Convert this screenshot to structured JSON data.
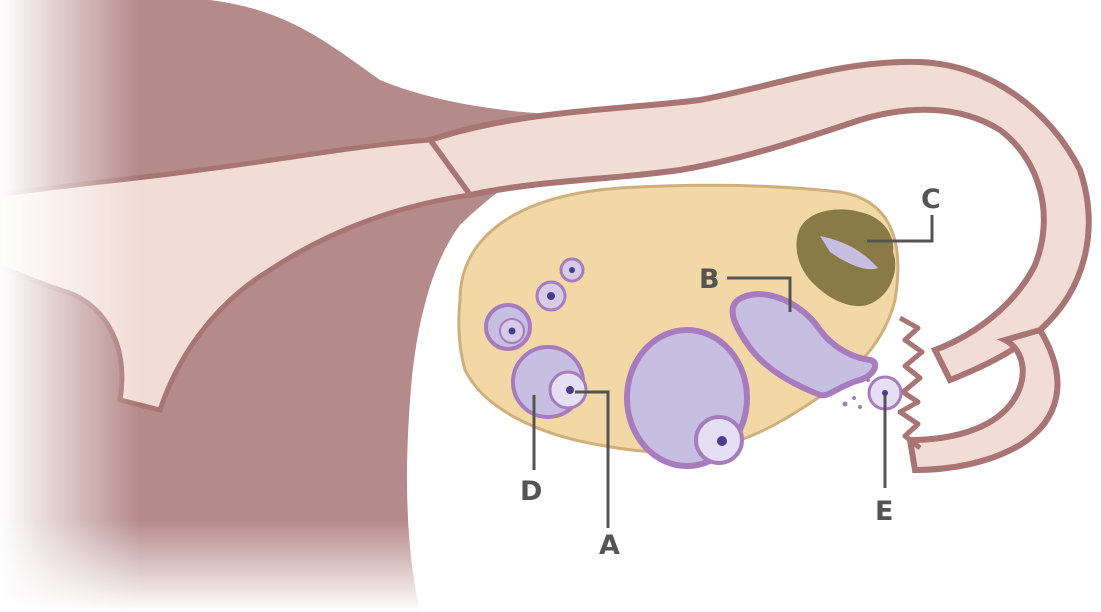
{
  "labels": {
    "a": "A",
    "b": "B",
    "c": "C",
    "d": "D",
    "e": "E"
  },
  "colors": {
    "uterine_wall": "#b58a8a",
    "uterine_outline": "#a87474",
    "cavity_and_tube": "#f2dcd6",
    "ovary": "#f2d8a6",
    "ovary_outline": "#cfb07a",
    "follicle": "#c7bfe2",
    "follicle_rim": "#a77bbd",
    "oocyte_nucleus": "#4a3d8f",
    "corpus_luteum": "#8a7a48",
    "leader_line": "#545454",
    "label_text": "#545454"
  }
}
